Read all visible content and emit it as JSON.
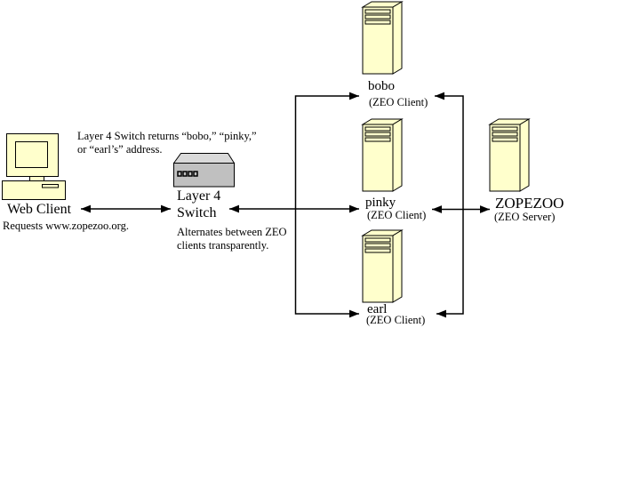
{
  "diagram": {
    "annotation": {
      "line1": "Layer 4 Switch returns “bobo,” “pinky,”",
      "line2": "or “earl’s” address."
    },
    "web_client": {
      "label": "Web Client",
      "sublabel": "Requests www.zopezoo.org."
    },
    "switch": {
      "label_line1": "Layer 4",
      "label_line2": "Switch",
      "sub_line1": "Alternates between ZEO",
      "sub_line2": "clients transparently."
    },
    "servers": [
      {
        "id": "bobo",
        "label": "bobo",
        "sublabel": "(ZEO Client)"
      },
      {
        "id": "pinky",
        "label": "pinky",
        "sublabel": "(ZEO Client)"
      },
      {
        "id": "earl",
        "label": "earl",
        "sublabel": "(ZEO Client)"
      }
    ],
    "zeo_server": {
      "label": "ZOPEZOO",
      "sublabel": "(ZEO Server)"
    },
    "colors": {
      "background": "#FFFFFF",
      "tower_fill": "#FFFFCC",
      "switch_fill": "#C0C0C0",
      "switch_top_fill": "#D9D9D9",
      "line": "#000000"
    }
  }
}
